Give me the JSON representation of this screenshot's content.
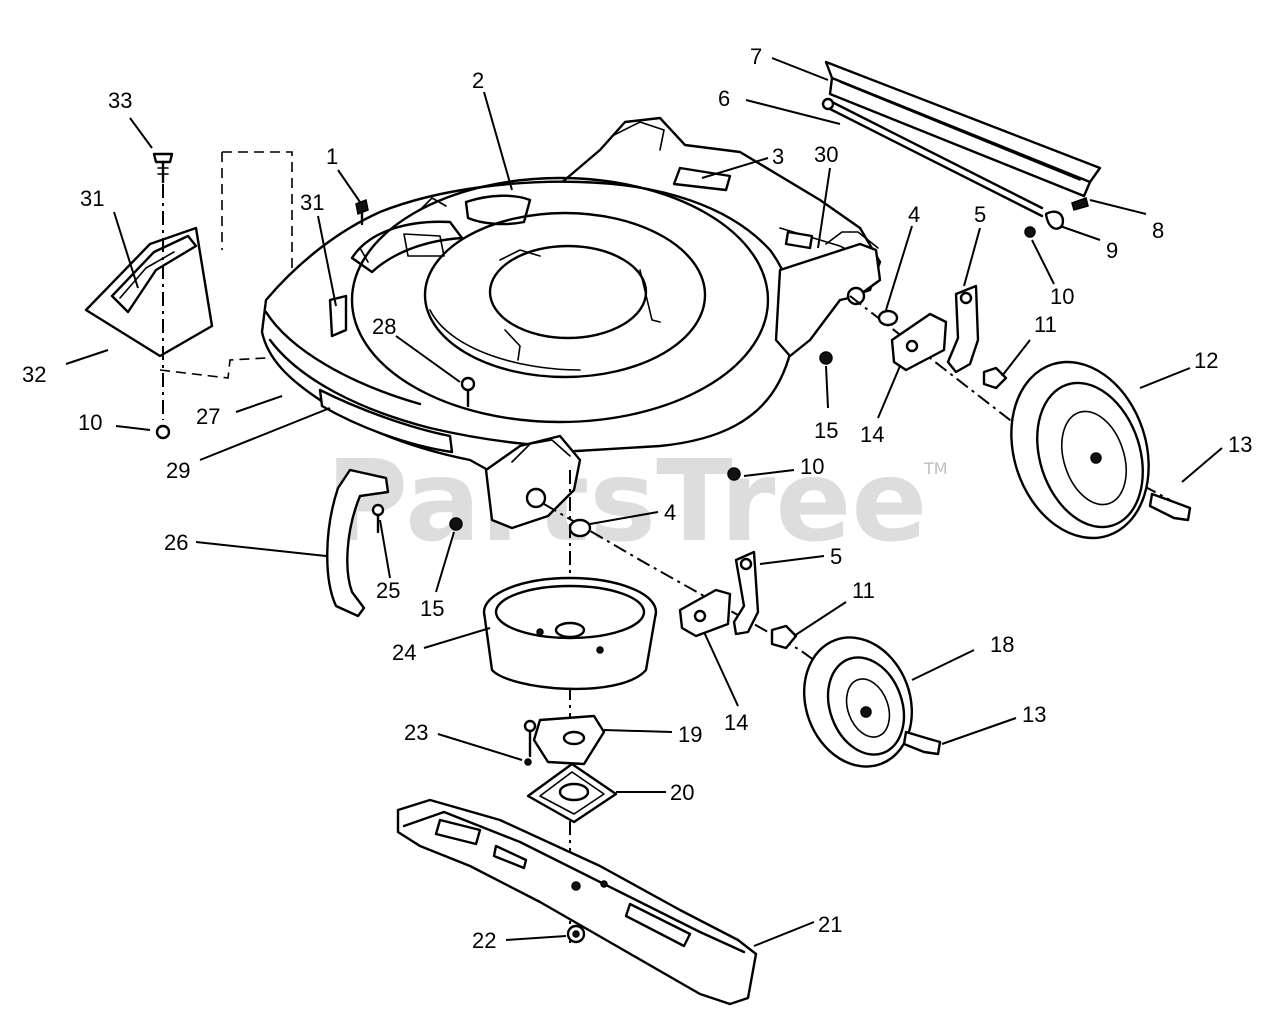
{
  "watermark": {
    "text": "PartsTree",
    "tm": "TM"
  },
  "callouts": [
    {
      "id": "c1",
      "label": "1"
    },
    {
      "id": "c2",
      "label": "2"
    },
    {
      "id": "c3",
      "label": "3"
    },
    {
      "id": "c4a",
      "label": "4"
    },
    {
      "id": "c4b",
      "label": "4"
    },
    {
      "id": "c5a",
      "label": "5"
    },
    {
      "id": "c5b",
      "label": "5"
    },
    {
      "id": "c6",
      "label": "6"
    },
    {
      "id": "c7",
      "label": "7"
    },
    {
      "id": "c8",
      "label": "8"
    },
    {
      "id": "c9",
      "label": "9"
    },
    {
      "id": "c10a",
      "label": "10"
    },
    {
      "id": "c10b",
      "label": "10"
    },
    {
      "id": "c10c",
      "label": "10"
    },
    {
      "id": "c11a",
      "label": "11"
    },
    {
      "id": "c11b",
      "label": "11"
    },
    {
      "id": "c12",
      "label": "12"
    },
    {
      "id": "c13a",
      "label": "13"
    },
    {
      "id": "c13b",
      "label": "13"
    },
    {
      "id": "c14a",
      "label": "14"
    },
    {
      "id": "c14b",
      "label": "14"
    },
    {
      "id": "c15a",
      "label": "15"
    },
    {
      "id": "c15b",
      "label": "15"
    },
    {
      "id": "c18",
      "label": "18"
    },
    {
      "id": "c19",
      "label": "19"
    },
    {
      "id": "c20",
      "label": "20"
    },
    {
      "id": "c21",
      "label": "21"
    },
    {
      "id": "c22",
      "label": "22"
    },
    {
      "id": "c23",
      "label": "23"
    },
    {
      "id": "c24",
      "label": "24"
    },
    {
      "id": "c25",
      "label": "25"
    },
    {
      "id": "c26",
      "label": "26"
    },
    {
      "id": "c27",
      "label": "27"
    },
    {
      "id": "c28",
      "label": "28"
    },
    {
      "id": "c29",
      "label": "29"
    },
    {
      "id": "c30",
      "label": "30"
    },
    {
      "id": "c31a",
      "label": "31"
    },
    {
      "id": "c31b",
      "label": "31"
    },
    {
      "id": "c32",
      "label": "32"
    },
    {
      "id": "c33",
      "label": "33"
    }
  ]
}
